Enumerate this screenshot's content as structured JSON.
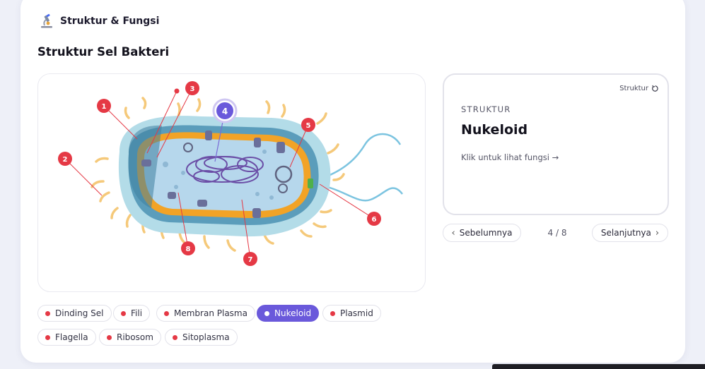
{
  "header": {
    "title": "Struktur & Fungsi",
    "icon": "microscope-icon"
  },
  "section": {
    "title": "Struktur Sel Bakteri"
  },
  "markers": [
    {
      "number": "1",
      "label": "Dinding Sel"
    },
    {
      "number": "2",
      "label": "Fili"
    },
    {
      "number": "3",
      "label": "Membran Plasma"
    },
    {
      "number": "4",
      "label": "Nukeloid",
      "active": true
    },
    {
      "number": "5",
      "label": "Plasmid"
    },
    {
      "number": "6",
      "label": "Flagella"
    },
    {
      "number": "7",
      "label": "Ribosom"
    },
    {
      "number": "8",
      "label": "Sitoplasma"
    }
  ],
  "info": {
    "mode_label": "Struktur",
    "category": "STRUKTUR",
    "name": "Nukeloid",
    "hint": "Klik untuk lihat fungsi →"
  },
  "navigation": {
    "prev_label": "Sebelumnya",
    "next_label": "Selanjutnya",
    "counter": "4 / 8"
  },
  "chips": [
    {
      "label": "Dinding Sel"
    },
    {
      "label": "Fili"
    },
    {
      "label": "Membran Plasma"
    },
    {
      "label": "Nukeloid",
      "active": true
    },
    {
      "label": "Plasmid"
    },
    {
      "label": "Flagella"
    },
    {
      "label": "Ribosom"
    },
    {
      "label": "Sitoplasma"
    }
  ],
  "colors": {
    "accent": "#6a59db",
    "marker": "#e53945",
    "capsule": "#b3dce8",
    "membrane": "#f2a326",
    "cytoplasm": "#b6d7ec",
    "nucleoid": "#6b4ea6",
    "pili": "#f5c97a"
  }
}
